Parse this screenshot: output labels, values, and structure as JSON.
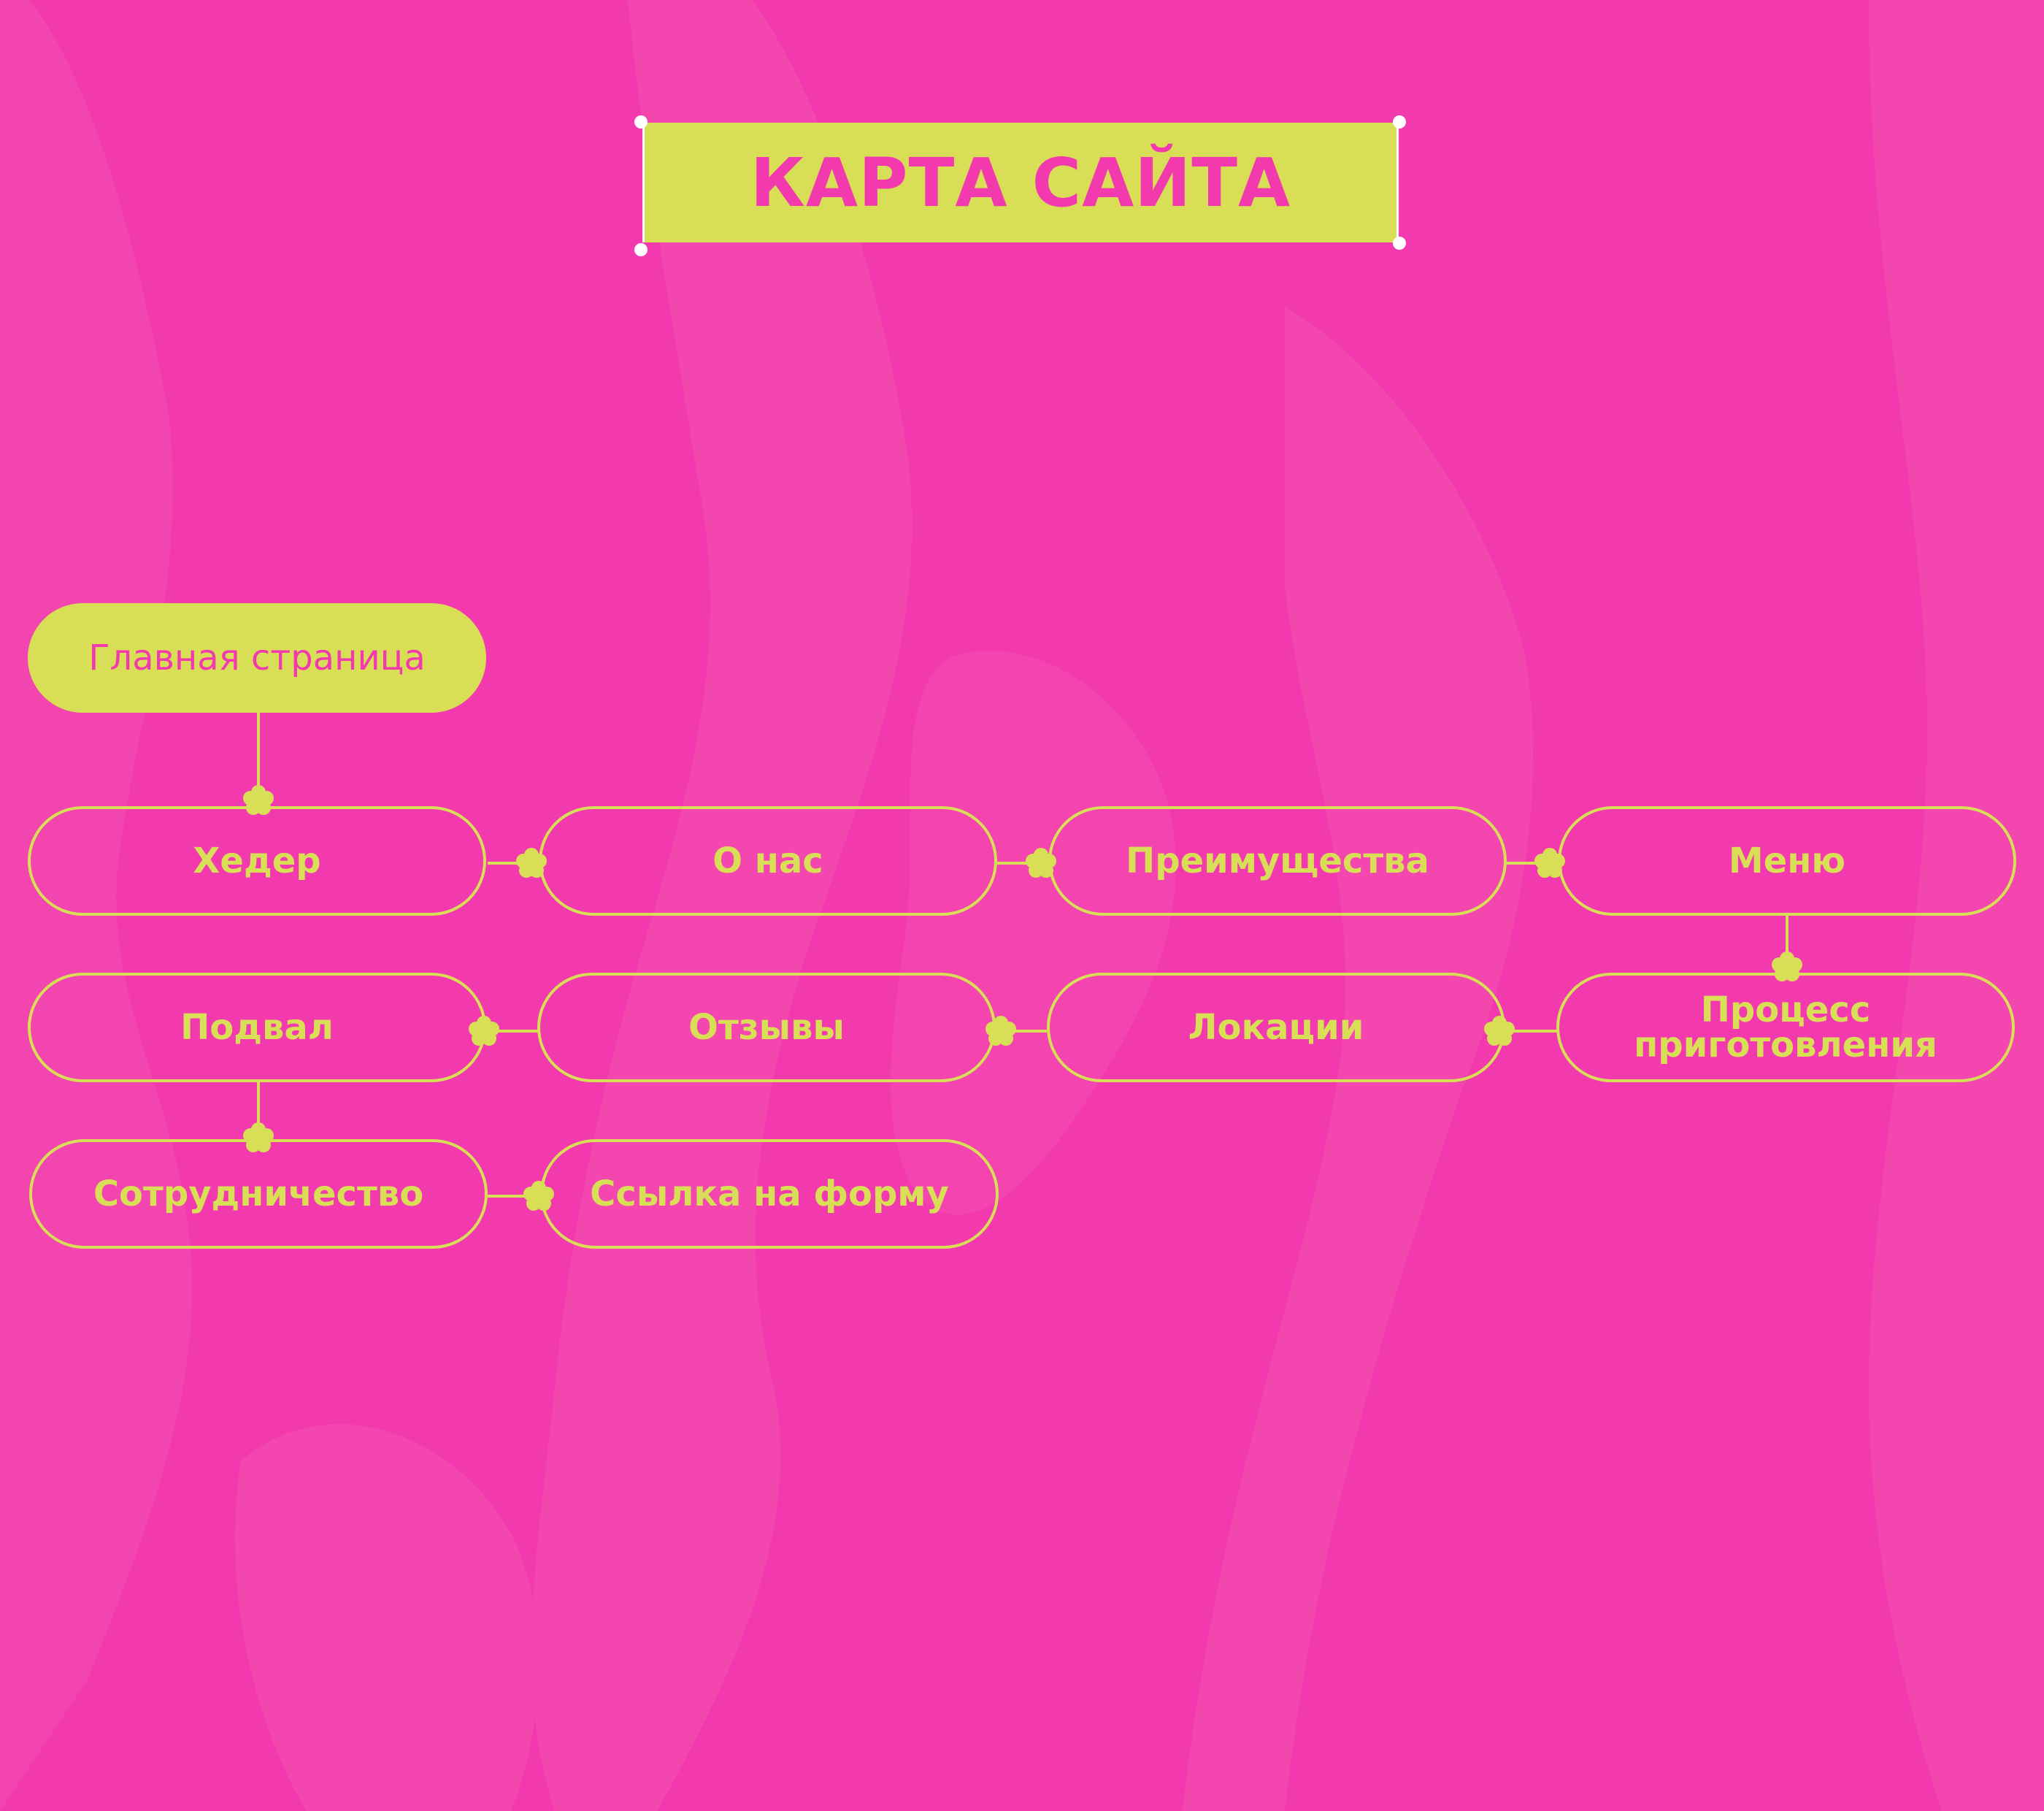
{
  "title": "КАРТА САЙТА",
  "colors": {
    "background": "#F23AAE",
    "background_blob": "#F347AF",
    "accent": "#D9DE57",
    "handle": "#FFFFFF"
  },
  "nodes": {
    "main": "Главная страница",
    "header": "Хедер",
    "about": "О нас",
    "advantages": "Преимущества",
    "menu": "Меню",
    "process_line1": "Процесс",
    "process_line2": "приготовления",
    "locations": "Локации",
    "reviews": "Отзывы",
    "footer": "Подвал",
    "cooperation": "Сотрудничество",
    "form_link": "Ссылка на форму"
  },
  "connector_icon": "flower-icon",
  "edges": [
    [
      "main",
      "header"
    ],
    [
      "header",
      "about"
    ],
    [
      "about",
      "advantages"
    ],
    [
      "advantages",
      "menu"
    ],
    [
      "menu",
      "process"
    ],
    [
      "process",
      "locations"
    ],
    [
      "locations",
      "reviews"
    ],
    [
      "reviews",
      "footer"
    ],
    [
      "footer",
      "cooperation"
    ],
    [
      "cooperation",
      "form_link"
    ]
  ]
}
